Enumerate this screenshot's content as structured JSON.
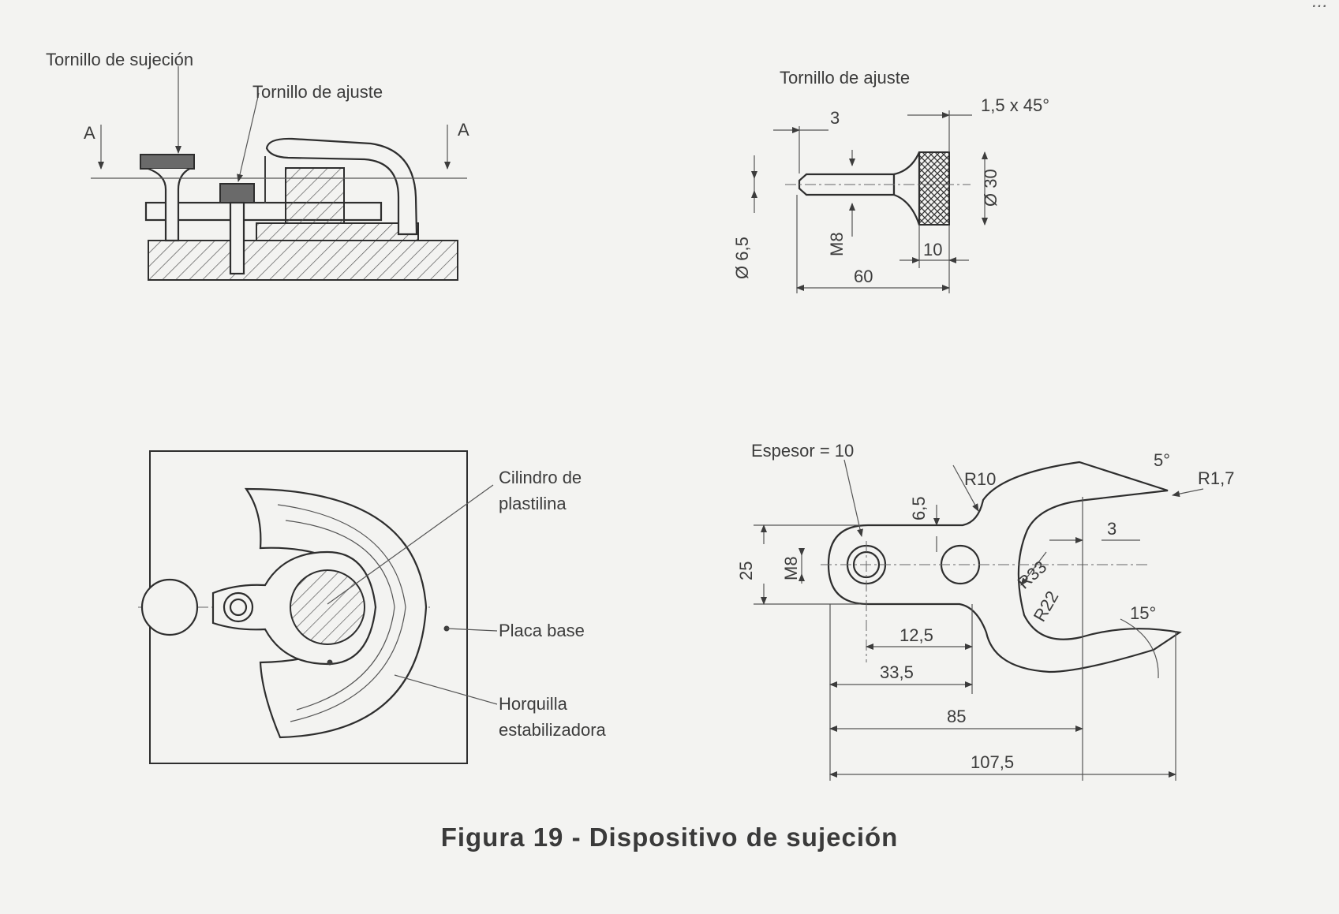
{
  "caption": "Figura 19 - Dispositivo de sujeción",
  "corner_text": "...",
  "assembly_view": {
    "clamp_screw_label": "Tornillo de sujeción",
    "adjust_screw_label": "Tornillo de ajuste",
    "section_left": "A",
    "section_right": "A"
  },
  "screw_detail": {
    "title": "Tornillo de ajuste",
    "dim_3": "3",
    "dim_chamfer": "1,5 x 45°",
    "dim_diam_30": "Ø 30",
    "dim_diam_6_5": "Ø 6,5",
    "dim_thread": "M8",
    "dim_10": "10",
    "dim_60": "60"
  },
  "plan_view": {
    "plasticine_label_line1": "Cilindro de",
    "plasticine_label_line2": "plastilina",
    "base_plate_label": "Placa base",
    "fork_label_line1": "Horquilla",
    "fork_label_line2": "estabilizadora"
  },
  "fork_detail": {
    "thickness_label": "Espesor = 10",
    "dim_r10": "R10",
    "dim_6_5": "6,5",
    "dim_5deg": "5°",
    "dim_r1_7": "R1,7",
    "dim_3": "3",
    "dim_25": "25",
    "dim_m8": "M8",
    "dim_r33": "R33",
    "dim_r22": "R22",
    "dim_15deg": "15°",
    "dim_12_5": "12,5",
    "dim_33_5": "33,5",
    "dim_85": "85",
    "dim_107_5": "107,5"
  }
}
